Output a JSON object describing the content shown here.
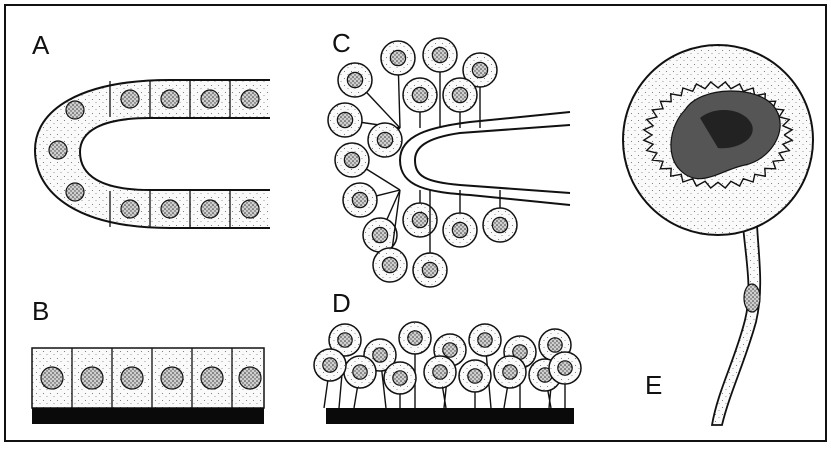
{
  "figure": {
    "panels": [
      {
        "id": "A",
        "label": "A"
      },
      {
        "id": "B",
        "label": "B"
      },
      {
        "id": "C",
        "label": "C"
      },
      {
        "id": "D",
        "label": "D"
      },
      {
        "id": "E",
        "label": "E"
      }
    ],
    "colors": {
      "ink": "#111111",
      "cell_fill": "#f4f4f4",
      "nucleus_fill": "#8a8a8a",
      "basement": "#0a0a0a",
      "paper": "#ffffff"
    }
  }
}
